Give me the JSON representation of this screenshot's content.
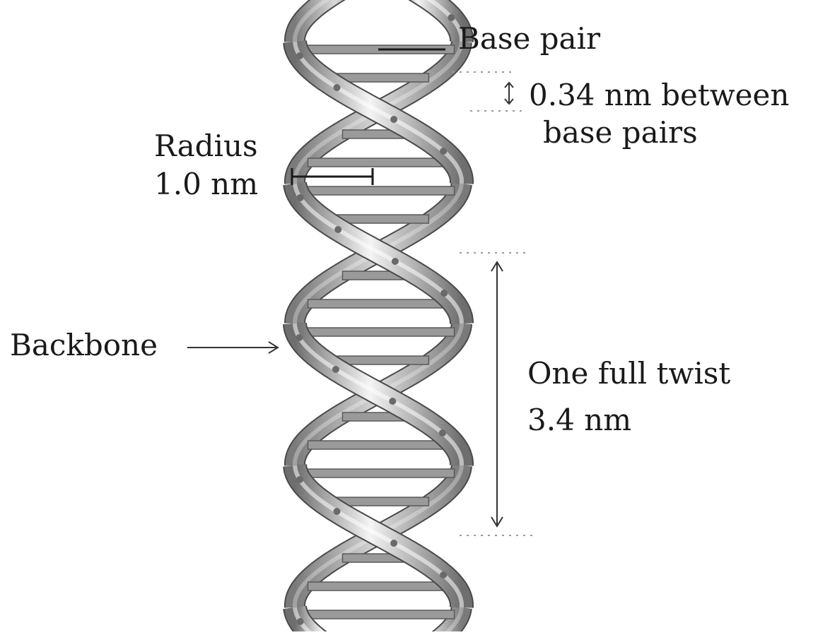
{
  "labels": {
    "base_pair": "Base pair",
    "spacing_line1": "0.34 nm between",
    "spacing_line2": "base pairs",
    "radius_line1": "Radius",
    "radius_line2": "1.0 nm",
    "backbone": "Backbone",
    "twist_line1": "One full twist",
    "twist_line2": "3.4 nm"
  },
  "colors": {
    "text": "#1a1a1a",
    "strand_dark": "#6e6e6e",
    "strand_light": "#f4f4f4",
    "base_pair_fill": "#9a9a9a",
    "base_pair_stroke": "#5a5a5a",
    "dot": "#6a6a6a",
    "guide_dots": "#9a9a9a",
    "arrow": "#333333"
  }
}
